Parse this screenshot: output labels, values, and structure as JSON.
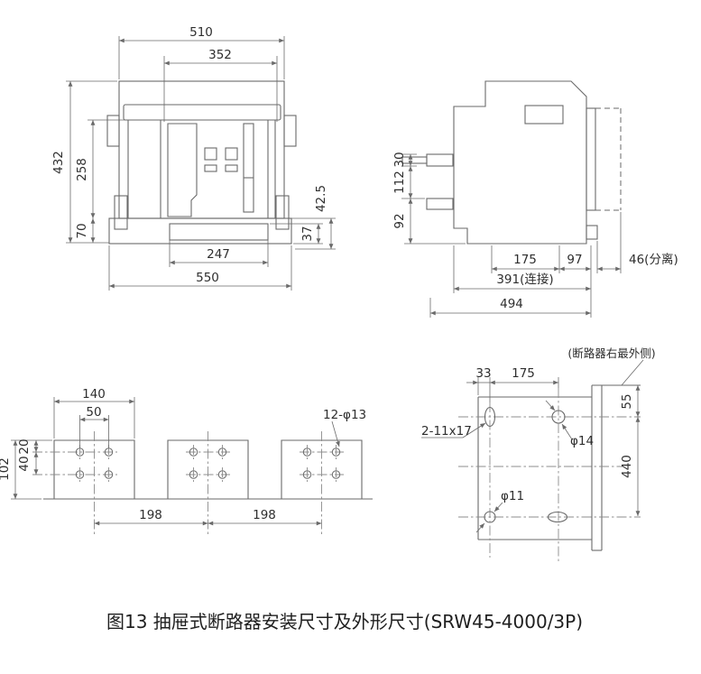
{
  "caption": "图13 抽屉式断路器安装尺寸及外形尺寸(SRW45-4000/3P)",
  "colors": {
    "line": "#6a6a6a",
    "centerline": "#8c8c8c",
    "text": "#2e2e2e",
    "caption": "#1f1f1f",
    "background": "#ffffff"
  },
  "front_view": {
    "dims": {
      "width_total": "510",
      "width_inner": "352",
      "height_total": "432",
      "height_inner": "258",
      "height_base": "70",
      "base_slot_width": "247",
      "base_width": "550",
      "right_offset_a": "42.5",
      "right_offset_b": "37"
    }
  },
  "side_view": {
    "dims": {
      "height_top_terminal": "30",
      "height_mid": "112",
      "height_bottom": "92",
      "depth_a": "175",
      "depth_b": "97",
      "travel_separated": "46(分离)",
      "depth_connected": "391(连接)",
      "depth_total": "494"
    }
  },
  "busbar_view": {
    "dims": {
      "pad_width": "140",
      "hole_span": "50",
      "row_offset": "20",
      "row_spacing": "40",
      "pad_height": "102",
      "pitch_1": "198",
      "pitch_2": "198"
    },
    "hole_callout": "12-φ13"
  },
  "plate_view": {
    "dims": {
      "edge_offset": "33",
      "hole_span": "175",
      "top_offset": "55",
      "hole_height": "440"
    },
    "slot_callout": "2-11x17",
    "hole_d14": "φ14",
    "hole_d11": "φ11",
    "note": "(断路器右最外侧)"
  }
}
